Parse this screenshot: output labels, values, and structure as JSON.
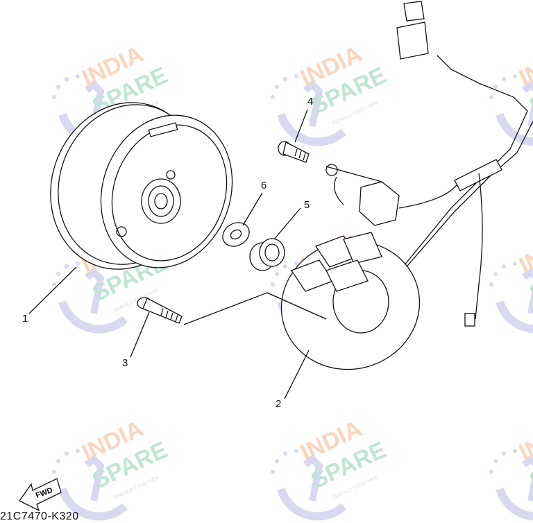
{
  "diagram": {
    "part_labels": {
      "p1": "1",
      "p2": "2",
      "p3": "3",
      "p4": "4",
      "p5": "5",
      "p6": "6"
    },
    "fwd_label": "FWD",
    "drawing_code": "21C7470-K320"
  },
  "watermark": {
    "line1": "INDIA",
    "line2": "SPARE",
    "tagline": "REBUILD TOGETHER",
    "colors": {
      "india": "#f6b48a",
      "spare": "#8fd0b0",
      "icon": "#b9b9e6"
    }
  }
}
